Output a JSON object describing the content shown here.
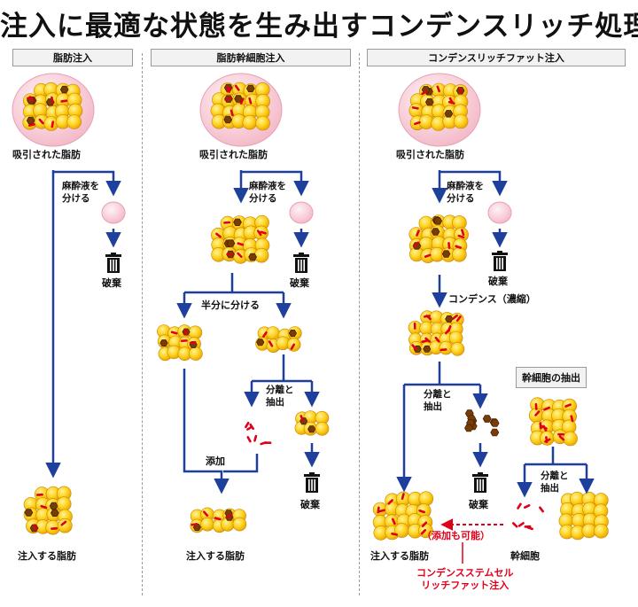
{
  "title": "注入に最適な状態を生み出すコンデンスリッチ処理",
  "columns": [
    {
      "header": "脂肪注入"
    },
    {
      "header": "脂肪幹細胞注入"
    },
    {
      "header": "コンデンスリッチファット注入"
    }
  ],
  "labels": {
    "suctioned_fat": "吸引された脂肪",
    "anesthetic_split": "麻酔液を\n分ける",
    "discard": "破棄",
    "half_split": "半分に分ける",
    "separate_extract": "分離と\n抽出",
    "add": "添加",
    "injected_fat": "注入する脂肪",
    "condense": "コンデンス（濃縮）",
    "stem_cell_extraction": "幹細胞の抽出",
    "stem_cells": "幹細胞",
    "also_addable": "（添加も可能）",
    "csr_title": "コンデンスステムセル\nリッチファット注入"
  },
  "colors": {
    "fat_yellow": "#f6b400",
    "arrow_blue": "#1f3f9c",
    "red": "#e0001a",
    "brown": "#7a3c05",
    "pink": "#f6c2cf"
  },
  "icons": [
    "trash-icon",
    "fat-cluster-icon"
  ]
}
